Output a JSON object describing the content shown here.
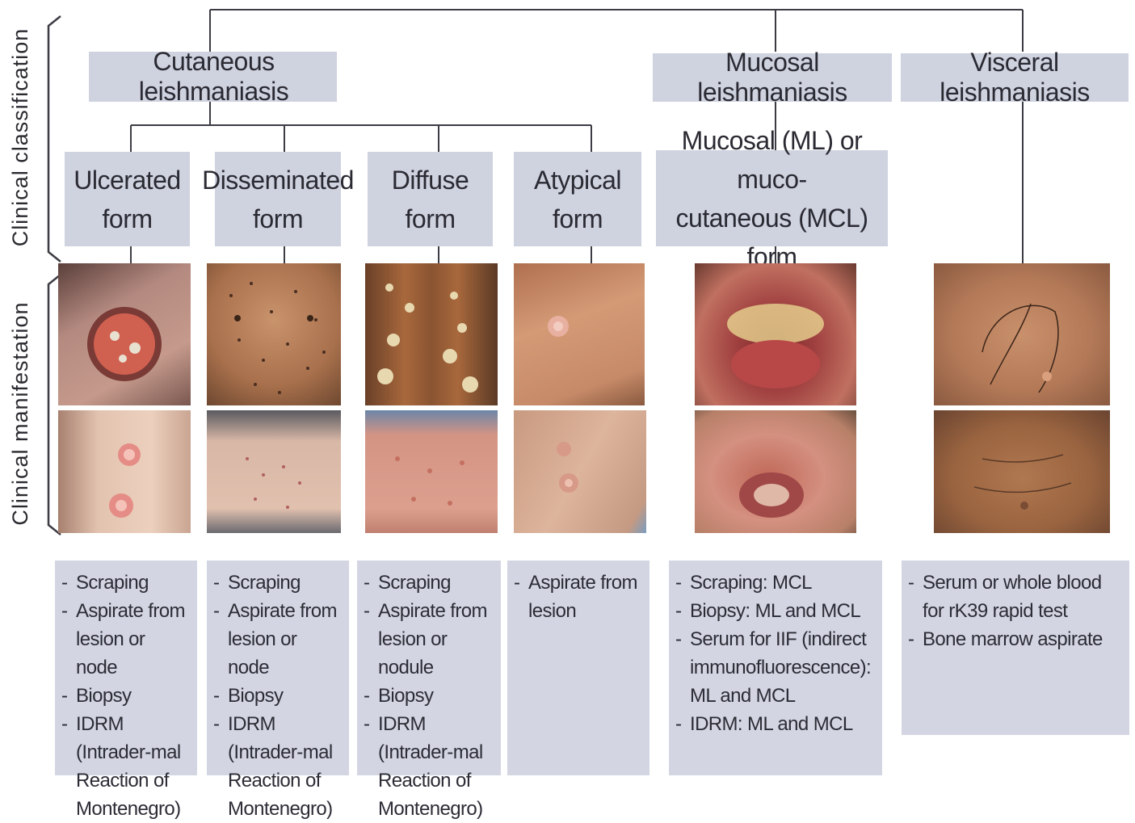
{
  "side_labels": {
    "classification": "Clinical classification",
    "manifestation": "Clinical manifestation"
  },
  "categories": {
    "cutaneous": "Cutaneous leishmaniasis",
    "mucosal": "Mucosal leishmaniasis",
    "visceral": "Visceral leishmaniasis"
  },
  "forms": {
    "ulcerated": [
      "Ulcerated",
      "form"
    ],
    "disseminated": [
      "Disseminated",
      "form"
    ],
    "diffuse": [
      "Diffuse",
      "form"
    ],
    "atypical": [
      "Atypical",
      "form"
    ],
    "mucosal": [
      "Mucosal (ML) or muco-",
      "cutaneous (MCL) form"
    ]
  },
  "samples": {
    "ulcerated": [
      "Scraping",
      "Aspirate from lesion or node",
      "Biopsy",
      "IDRM (Intrader-mal Reaction of Montenegro)"
    ],
    "disseminated": [
      "Scraping",
      "Aspirate from lesion or node",
      "Biopsy",
      "IDRM (Intrader-mal Reaction of Montenegro)"
    ],
    "diffuse": [
      "Scraping",
      "Aspirate from lesion or nodule",
      "Biopsy",
      "IDRM (Intrader-mal Reaction of Montenegro)"
    ],
    "atypical": [
      "Aspirate from lesion"
    ],
    "mucosal": [
      "Scraping: MCL",
      "Biopsy: ML and MCL",
      "Serum for IIF (indirect immunofluorescence): ML and MCL",
      "IDRM: ML and MCL"
    ],
    "visceral": [
      "Serum or whole blood for rK39 rapid test",
      "Bone marrow aspirate"
    ]
  },
  "colors": {
    "box": "#cfd2df",
    "line": "#3c3c44"
  }
}
